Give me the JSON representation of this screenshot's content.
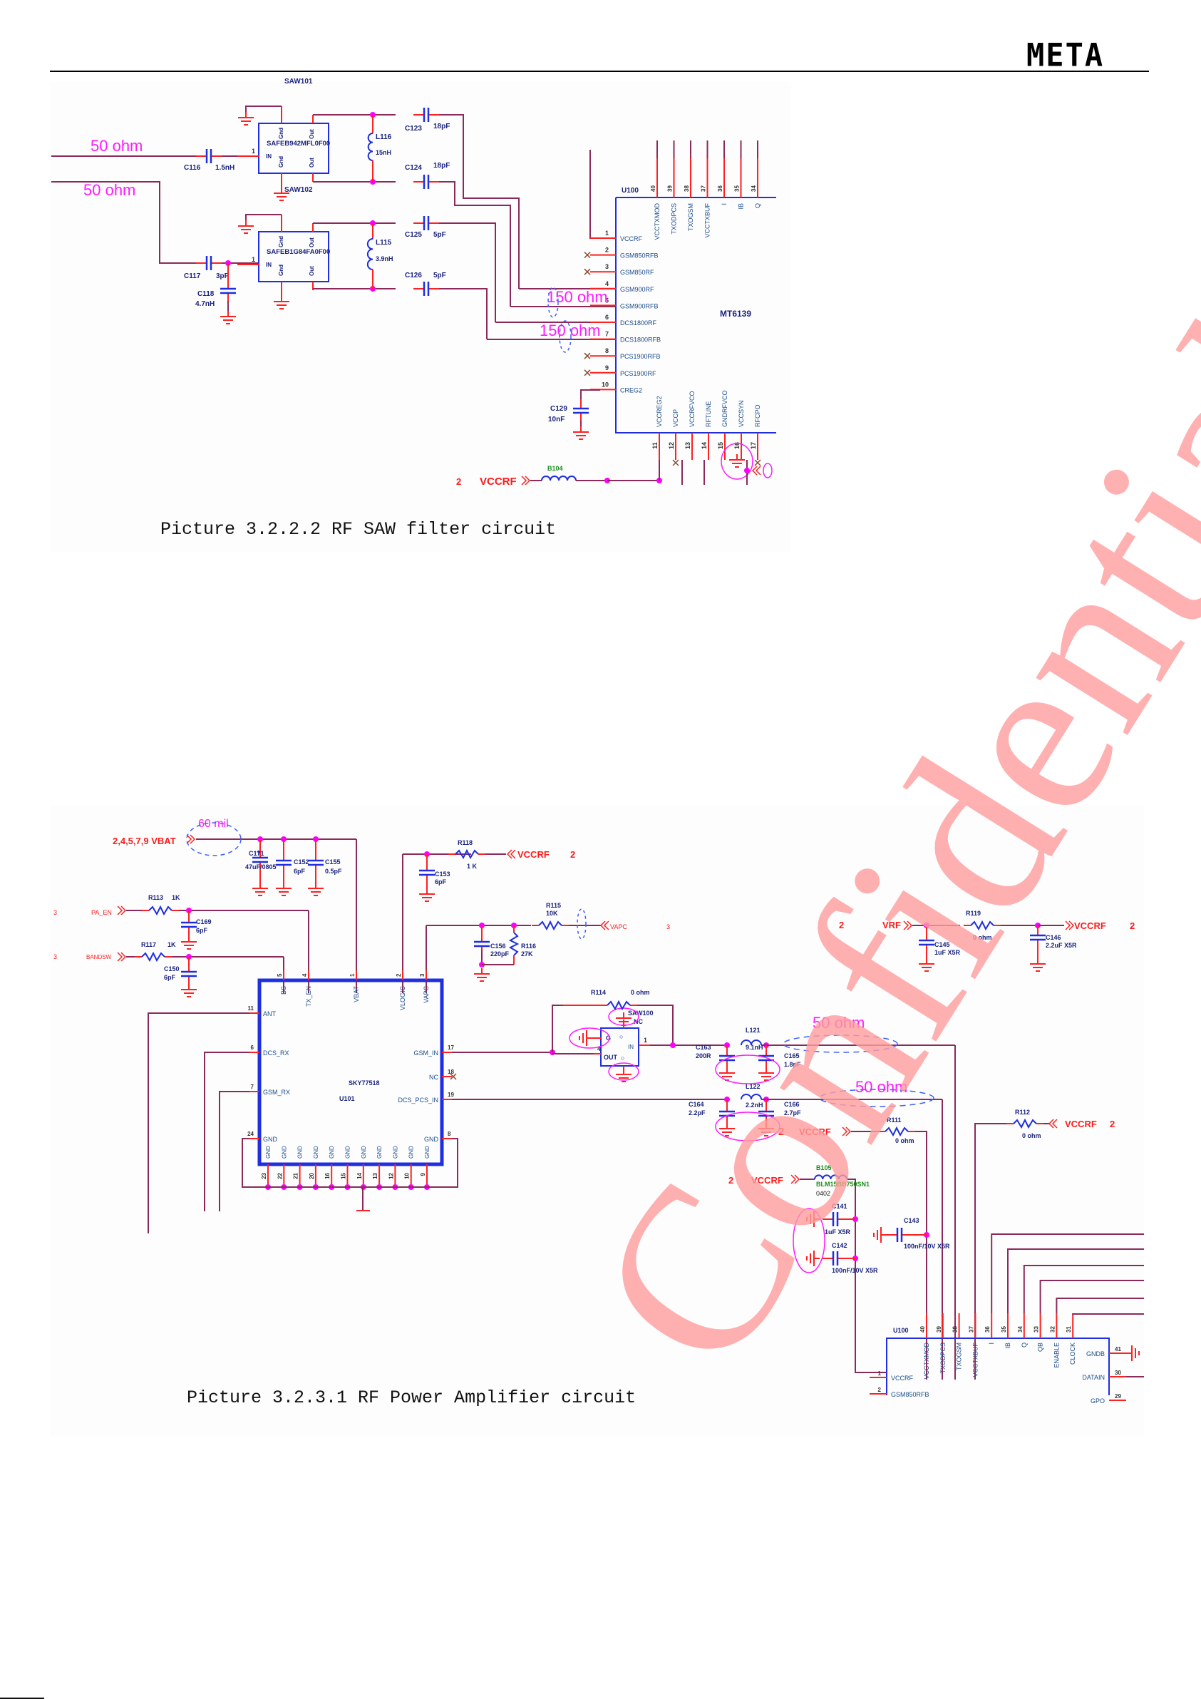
{
  "header": {
    "logo": "META"
  },
  "watermark": "Confidential",
  "colors": {
    "wire": "#8b2a5a",
    "pin": "#ff2020",
    "body": "#1e2ee0",
    "label": "#1a237e",
    "net": "#ff1a1a",
    "junction": "#ff00ff",
    "impedance": "#ff1aff",
    "ferrite": "#1a8c1a",
    "watermark": "#ff9d9d"
  },
  "figure1": {
    "caption": "Picture 3.2.2.2 RF SAW filter circuit",
    "impedance_labels": [
      "50 ohm",
      "50 ohm",
      "150 ohm",
      "150 ohm"
    ],
    "saw101": {
      "ref": "SAW101",
      "part": "SAFEB942MFL0F00",
      "pins": {
        "in": "IN",
        "gnd": "Gnd",
        "out": "Out"
      }
    },
    "saw102": {
      "ref": "SAW102",
      "part": "SAFEB1G84FA0F00",
      "pins": {
        "in": "IN",
        "gnd": "Gnd",
        "out": "Out"
      }
    },
    "components": [
      {
        "ref": "C116",
        "value": "1.5nH"
      },
      {
        "ref": "C117",
        "value": "3pF"
      },
      {
        "ref": "C118",
        "value": "4.7nH"
      },
      {
        "ref": "L116",
        "value": "15nH"
      },
      {
        "ref": "L115",
        "value": "3.9nH"
      },
      {
        "ref": "C123",
        "value": "18pF"
      },
      {
        "ref": "C124",
        "value": "18pF"
      },
      {
        "ref": "C125",
        "value": "5pF"
      },
      {
        "ref": "C126",
        "value": "5pF"
      },
      {
        "ref": "C129",
        "value": "10nF"
      },
      {
        "ref": "B104",
        "value": ""
      }
    ],
    "u100": {
      "ref": "U100",
      "part": "MT6139",
      "left_pins": [
        {
          "num": "1",
          "name": "VCCRF"
        },
        {
          "num": "2",
          "name": "GSM850RFB"
        },
        {
          "num": "3",
          "name": "GSM850RF"
        },
        {
          "num": "4",
          "name": "GSM900RF"
        },
        {
          "num": "5",
          "name": "GSM900RFB"
        },
        {
          "num": "6",
          "name": "DCS1800RF"
        },
        {
          "num": "7",
          "name": "DCS1800RFB"
        },
        {
          "num": "8",
          "name": "PCS1900RFB"
        },
        {
          "num": "9",
          "name": "PCS1900RF"
        },
        {
          "num": "10",
          "name": "CREG2"
        }
      ],
      "top_pins": [
        {
          "num": "40",
          "name": "VCCTXMOD"
        },
        {
          "num": "39",
          "name": "TXODPCS"
        },
        {
          "num": "38",
          "name": "TXOGSM"
        },
        {
          "num": "37",
          "name": "VCCTXBUF"
        },
        {
          "num": "36",
          "name": "I"
        },
        {
          "num": "35",
          "name": "IB"
        },
        {
          "num": "34",
          "name": "Q"
        }
      ],
      "bottom_pins": [
        {
          "num": "11",
          "name": "VCCREG2"
        },
        {
          "num": "12",
          "name": "VCCP"
        },
        {
          "num": "13",
          "name": "VCCRFVCO"
        },
        {
          "num": "14",
          "name": "RFTUNE"
        },
        {
          "num": "15",
          "name": "GNDRFVCO"
        },
        {
          "num": "16",
          "name": "VCCSYN"
        },
        {
          "num": "17",
          "name": "RFCPO"
        }
      ]
    },
    "net": {
      "sheet": "2",
      "name": "VCCRF"
    }
  },
  "figure2": {
    "caption": "Picture 3.2.3.1 RF Power Amplifier circuit",
    "trace_width": "60 mil",
    "impedance_labels": [
      "50 ohm",
      "50 ohm"
    ],
    "nets": [
      {
        "sheet": "2,4,5,7,9",
        "name": "VBAT"
      },
      {
        "sheet": "3",
        "name": "PA_EN"
      },
      {
        "sheet": "3",
        "name": "BANDSW"
      },
      {
        "sheet": "2",
        "name": "VCCRF"
      },
      {
        "sheet": "3",
        "name": "VAPC"
      },
      {
        "sheet": "2",
        "name": "VRF"
      },
      {
        "sheet": "2",
        "name": "VCCRF"
      },
      {
        "sheet": "2",
        "name": "VCCRF"
      },
      {
        "sheet": "2",
        "name": "VCCRF"
      },
      {
        "sheet": "2",
        "name": "VCCRF"
      }
    ],
    "components": [
      {
        "ref": "C171",
        "value": "47uF/0805"
      },
      {
        "ref": "C152",
        "value": "6pF"
      },
      {
        "ref": "C155",
        "value": "0.5pF"
      },
      {
        "ref": "R113",
        "value": "1K"
      },
      {
        "ref": "C169",
        "value": "6pF"
      },
      {
        "ref": "R117",
        "value": "1K"
      },
      {
        "ref": "C150",
        "value": "6pF"
      },
      {
        "ref": "R118",
        "value": "1 K"
      },
      {
        "ref": "C153",
        "value": "6pF"
      },
      {
        "ref": "R115",
        "value": "10K"
      },
      {
        "ref": "C156",
        "value": "220pF"
      },
      {
        "ref": "R116",
        "value": "27K"
      },
      {
        "ref": "R119",
        "value": "0 ohm"
      },
      {
        "ref": "C145",
        "value": "1uF X5R"
      },
      {
        "ref": "C146",
        "value": "2.2uF X5R"
      },
      {
        "ref": "R114",
        "value": "0 ohm"
      },
      {
        "ref": "SAW100",
        "value": "NC"
      },
      {
        "ref": "L121",
        "value": "9.1nH"
      },
      {
        "ref": "C163",
        "value": "200R"
      },
      {
        "ref": "C165",
        "value": "1.8pF"
      },
      {
        "ref": "L122",
        "value": "2.2nH"
      },
      {
        "ref": "C164",
        "value": "2.2pF"
      },
      {
        "ref": "C166",
        "value": "2.7pF"
      },
      {
        "ref": "R111",
        "value": "0 ohm"
      },
      {
        "ref": "R112",
        "value": "0 ohm"
      },
      {
        "ref": "B105",
        "value": "BLM15BB750SN1",
        "package": "0402"
      },
      {
        "ref": "C141",
        "value": "1uF X5R"
      },
      {
        "ref": "C142",
        "value": "100nF/10V X5R"
      },
      {
        "ref": "C143",
        "value": "100nF/10V X5R"
      }
    ],
    "u101": {
      "ref": "U101",
      "part": "SKY77518",
      "top_pins": [
        {
          "num": "5",
          "name": "BS"
        },
        {
          "num": "4",
          "name": "TX_EN"
        },
        {
          "num": "1",
          "name": "VBAT"
        },
        {
          "num": "2",
          "name": "VLOGIC"
        },
        {
          "num": "3",
          "name": "VAPC"
        }
      ],
      "left_pins": [
        {
          "num": "11",
          "name": "ANT"
        },
        {
          "num": "6",
          "name": "DCS_RX"
        },
        {
          "num": "7",
          "name": "GSM_RX"
        },
        {
          "num": "24",
          "name": "GND"
        }
      ],
      "right_pins": [
        {
          "num": "17",
          "name": "GSM_IN"
        },
        {
          "num": "18",
          "name": "NC"
        },
        {
          "num": "19",
          "name": "DCS_PCS_IN"
        },
        {
          "num": "8",
          "name": "GND"
        }
      ],
      "bottom_pins": [
        {
          "num": "23",
          "name": "GND"
        },
        {
          "num": "22",
          "name": "GND"
        },
        {
          "num": "21",
          "name": "GND"
        },
        {
          "num": "20",
          "name": "GND"
        },
        {
          "num": "16",
          "name": "GND"
        },
        {
          "num": "15",
          "name": "GND"
        },
        {
          "num": "14",
          "name": "GND"
        },
        {
          "num": "13",
          "name": "GND"
        },
        {
          "num": "12",
          "name": "GND"
        },
        {
          "num": "10",
          "name": "GND"
        },
        {
          "num": "9",
          "name": "GND"
        }
      ]
    },
    "saw100_pins": {
      "g": "G",
      "out": "OUT",
      "in": "IN",
      "in_num": "1",
      "out_num": "4"
    },
    "u100": {
      "ref": "U100",
      "top_pins": [
        {
          "num": "40",
          "name": "VCCTXMOD"
        },
        {
          "num": "39",
          "name": "TXODPCS"
        },
        {
          "num": "38",
          "name": "TXOGSM"
        },
        {
          "num": "37",
          "name": "VCCTXBUF"
        },
        {
          "num": "36",
          "name": "I"
        },
        {
          "num": "35",
          "name": "IB"
        },
        {
          "num": "34",
          "name": "Q"
        },
        {
          "num": "33",
          "name": "QB"
        },
        {
          "num": "32",
          "name": "ENABLE"
        },
        {
          "num": "31",
          "name": "CLOCK"
        }
      ],
      "left_pins": [
        {
          "num": "1",
          "name": "VCCRF"
        },
        {
          "num": "2",
          "name": "GSM850RFB"
        }
      ],
      "right_pins": [
        {
          "num": "41",
          "name": "GNDB"
        },
        {
          "num": "30",
          "name": "DATAIN"
        },
        {
          "num": "29",
          "name": "GPO"
        }
      ]
    }
  }
}
